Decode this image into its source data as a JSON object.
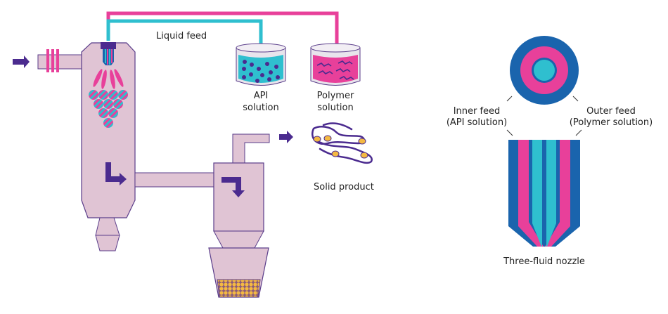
{
  "title": "Spray drying with three-fluid nozzle",
  "labels": {
    "liquid_feed": "Liquid feed",
    "api_solution": [
      "API",
      "solution"
    ],
    "polymer_solution": [
      "Polymer",
      "solution"
    ],
    "solid_product": "Solid product",
    "inner_feed": [
      "Inner feed",
      "(API solution)"
    ],
    "outer_feed": [
      "Outer feed",
      "(Polymer solution)"
    ],
    "three_fluid_nozzle": "Three-fluid nozzle"
  },
  "colors": {
    "vessel_fill": "#e0c4d4",
    "vessel_stroke": "#5a3d8a",
    "arrow": "#4b2b8f",
    "pink": "#e8409a",
    "cyan": "#2fbfcf",
    "blue": "#1a64ad",
    "particles": "#f4b942"
  }
}
